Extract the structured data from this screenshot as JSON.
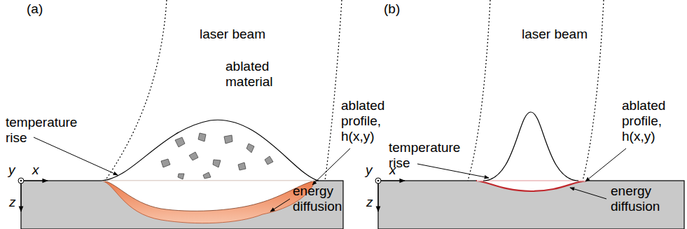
{
  "diagram": {
    "labels": [
      "(a)",
      "laser beam",
      "ablated material",
      "temperature rise",
      "ablated profile, h(x,y)",
      "energy diffusion",
      "y",
      "x",
      "z",
      "(b)",
      "laser beam",
      "temperature rise",
      "ablated profile, h(x,y)",
      "energy diffusion",
      "y",
      "x",
      "z"
    ]
  }
}
